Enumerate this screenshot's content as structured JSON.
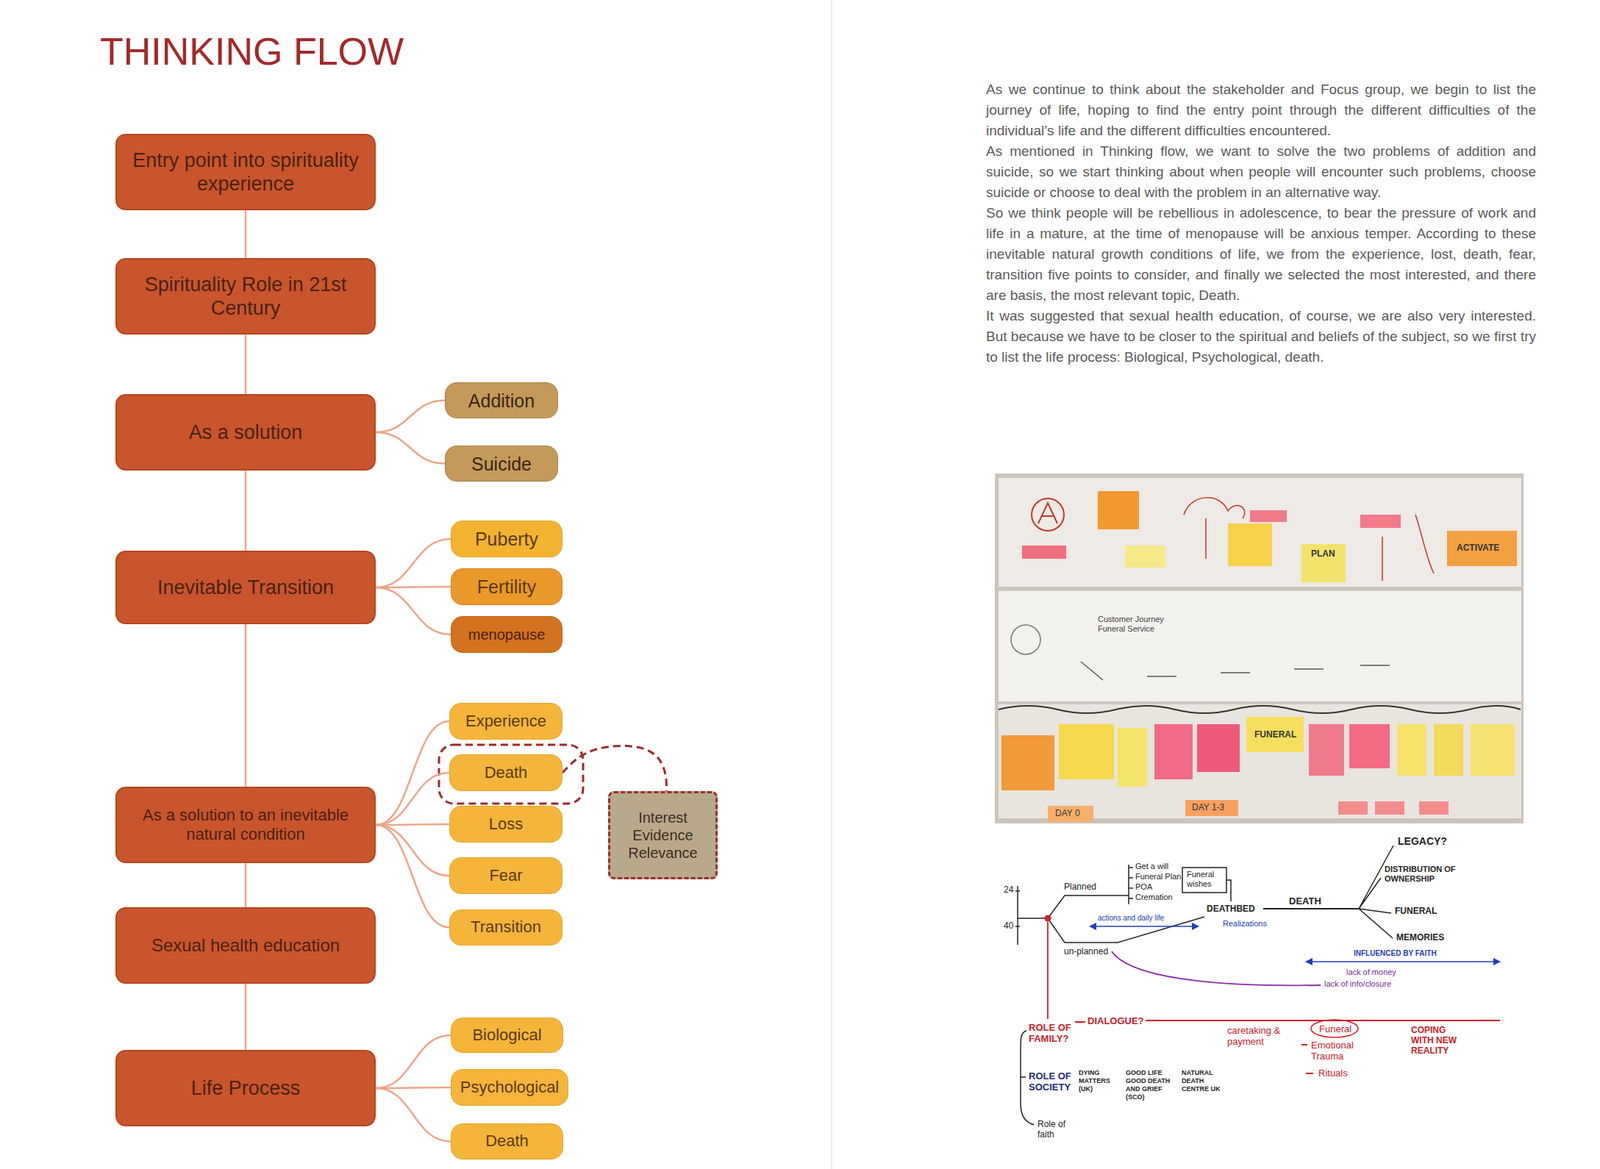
{
  "diagram": {
    "title": "THINKING FLOW",
    "nodes": [
      {
        "text": [
          "Entry point into spirituality experience"
        ]
      },
      {
        "text": [
          "Spirituality Role in 21st Century"
        ]
      },
      {
        "text": [
          "As a solution"
        ]
      },
      {
        "text": [
          "Addition"
        ]
      },
      {
        "text": [
          "Suicide"
        ]
      },
      {
        "text": [
          "Inevitable Transition"
        ]
      },
      {
        "text": [
          "Puberty"
        ]
      },
      {
        "text": [
          "Fertility"
        ]
      },
      {
        "text": [
          "menopause"
        ]
      },
      {
        "text": [
          "As a solution to an inevitable natural condition"
        ]
      },
      {
        "text": [
          "Experience"
        ]
      },
      {
        "text": [
          "Death"
        ]
      },
      {
        "text": [
          "Loss"
        ]
      },
      {
        "text": [
          "Fear"
        ]
      },
      {
        "text": [
          "Transition"
        ]
      },
      {
        "text": [
          "Interest Evidence Relevance"
        ]
      },
      {
        "text": [
          "Sexual health education"
        ]
      },
      {
        "text": [
          "Life Process"
        ]
      },
      {
        "text": [
          "Biological"
        ]
      },
      {
        "text": [
          "Psychological"
        ]
      },
      {
        "text": [
          "Death"
        ]
      }
    ],
    "edges": [
      {
        "from": 0,
        "to": 1,
        "arrow": "none"
      },
      {
        "from": 1,
        "to": 2,
        "arrow": "none"
      },
      {
        "from": 2,
        "to": 3,
        "arrow": "none"
      },
      {
        "from": 2,
        "to": 4,
        "arrow": "none"
      },
      {
        "from": 2,
        "to": 5,
        "arrow": "none"
      },
      {
        "from": 5,
        "to": 6,
        "arrow": "none"
      },
      {
        "from": 5,
        "to": 7,
        "arrow": "none"
      },
      {
        "from": 5,
        "to": 8,
        "arrow": "none"
      },
      {
        "from": 5,
        "to": 9,
        "arrow": "none"
      },
      {
        "from": 9,
        "to": 10,
        "arrow": "none"
      },
      {
        "from": 9,
        "to": 11,
        "arrow": "none"
      },
      {
        "from": 9,
        "to": 12,
        "arrow": "none"
      },
      {
        "from": 9,
        "to": 13,
        "arrow": "none"
      },
      {
        "from": 9,
        "to": 14,
        "arrow": "none"
      },
      {
        "from": 11,
        "to": 15,
        "arrow": "none"
      },
      {
        "from": 9,
        "to": 16,
        "arrow": "none"
      },
      {
        "from": 16,
        "to": 17,
        "arrow": "none"
      },
      {
        "from": 17,
        "to": 18,
        "arrow": "none"
      },
      {
        "from": 17,
        "to": 19,
        "arrow": "none"
      },
      {
        "from": 17,
        "to": 20,
        "arrow": "none"
      }
    ],
    "labels": [
      "As we continue to think about the stakeholder and Focus group, we begin to list the journey of life, hoping to find the entry point through the different difficulties of the individual’s life and the different difficulties encountered.",
      "As mentioned in Thinking flow, we want to solve the two problems of addition and suicide, so we start thinking about when people will encounter such problems, choose suicide or choose to deal with the problem in an alternative way.",
      "So we think people will be rebellious in adolescence, to bear the pressure of work and life in a mature, at the time of menopause will be anxious temper. According to these inevitable natural growth conditions of life, we from the experience, lost, death, fear, transition five points to consider, and finally we selected the most interested, and there are basis, the most relevant topic, Death.",
      "It was suggested that sexual health education, of course, we are also very interested. But because we have to be closer to the spiritual and beliefs of the subject, so we first try to list the life process: Biological, Psychological, death.",
      "Customer Journey Funeral Service",
      "FUNERAL",
      "PLAN",
      "ACTIVATE",
      "DAY 0",
      "DAY 1-3",
      "24",
      "40",
      "Planned",
      "Get a will",
      "Funeral Plan",
      "POA",
      "Cremation",
      "Funeral wishes",
      "DEATHBED",
      "DEATH",
      "actions and daily life",
      "Realizations",
      "un-planned",
      "LEGACY?",
      "DISTRIBUTION OF OWNERSHIP",
      "FUNERAL",
      "MEMORIES",
      "INFLUENCED BY FAITH",
      "lack of money",
      "lack of info/closure",
      "ROLE OF FAMILY?",
      "DIALOGUE?",
      "caretaking & payment",
      "Funeral",
      "Emotional Trauma",
      "Rituals",
      "COPING WITH NEW REALITY",
      "ROLE OF SOCIETY",
      "DYING MATTERS (UK)",
      "GOOD LIFE GOOD DEATH AND GRIEF (SCO)",
      "NATURAL DEATH CENTRE UK",
      "Role of faith"
    ]
  }
}
